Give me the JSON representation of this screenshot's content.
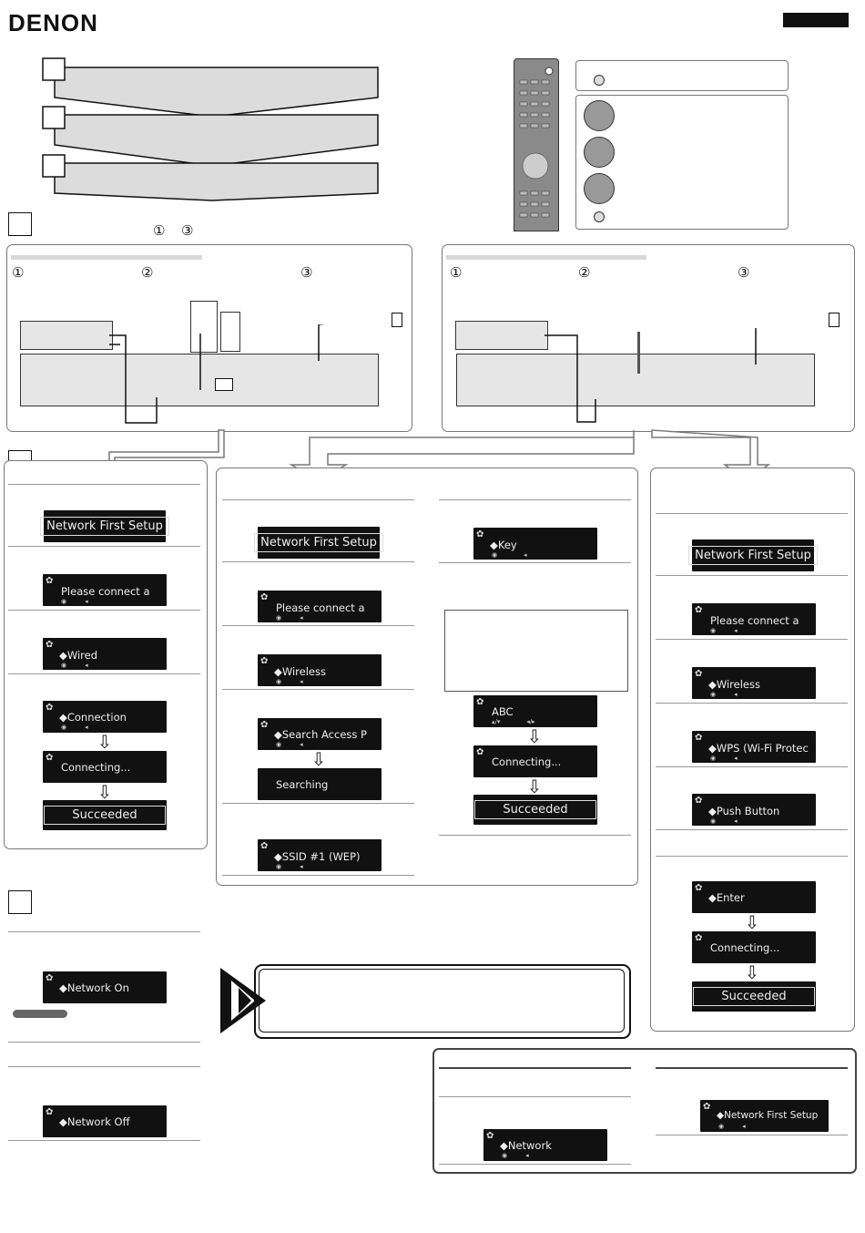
{
  "brand": "DENON",
  "step_markers": [
    "①",
    "③"
  ],
  "connect_panels": [
    {
      "labels": [
        "①",
        "②",
        "③"
      ]
    },
    {
      "labels": [
        "①",
        "②",
        "③"
      ]
    }
  ],
  "wired_flow": {
    "first": "Network First Setup",
    "screens": [
      "Please connect a",
      "◆Wired",
      "◆Connection",
      "Connecting...",
      "Succeeded"
    ]
  },
  "wireless_flow": {
    "first": "Network First Setup",
    "screens": [
      "Please connect a",
      "◆Wireless",
      "◆Search Access P",
      "Searching",
      "◆SSID #1  (WEP)"
    ],
    "key_screens": [
      "◆Key",
      "ABC",
      "Connecting...",
      "Succeeded"
    ]
  },
  "wps_flow": {
    "first": "Network First Setup",
    "screens": [
      "Please connect a",
      "◆Wireless",
      "◆WPS (Wi-Fi Protec",
      "◆Push Button",
      "◆Enter",
      "Connecting...",
      "Succeeded"
    ]
  },
  "network_on": "◆Network On",
  "network_off": "◆Network Off",
  "settings_screens": [
    "◆Network",
    "◆Network First Setup"
  ]
}
